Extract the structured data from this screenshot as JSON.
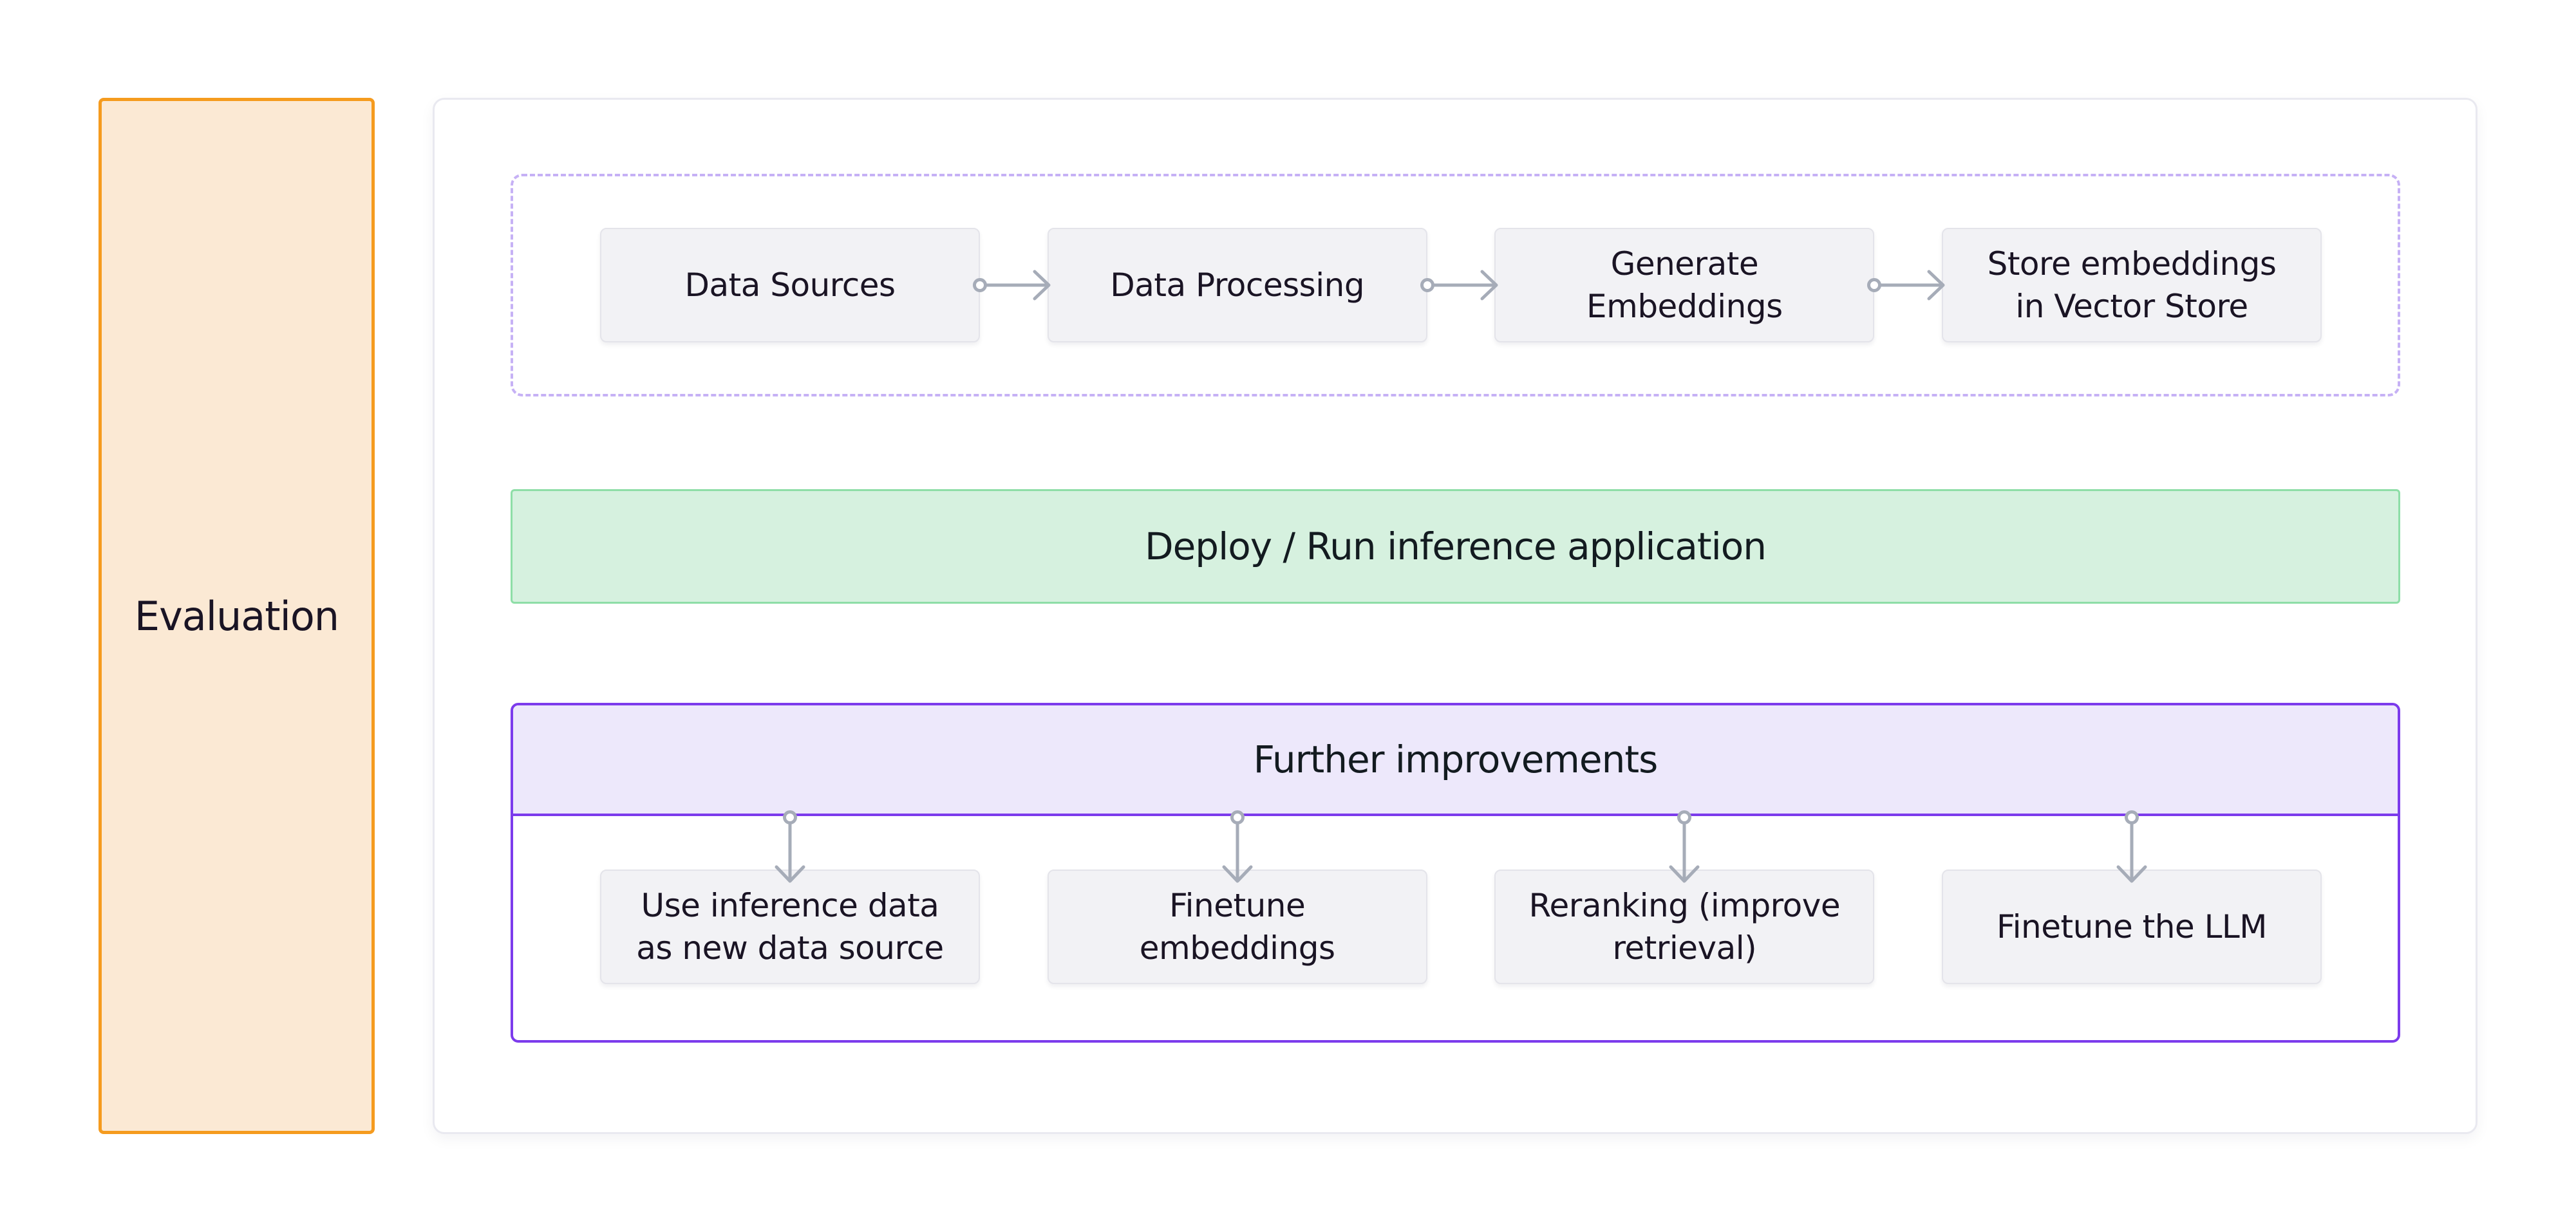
{
  "evaluation": {
    "label": "Evaluation"
  },
  "ingestion": {
    "steps": [
      "Data Sources",
      "Data Processing",
      "Generate\nEmbeddings",
      "Store embeddings\nin Vector Store"
    ]
  },
  "deploy": {
    "label": "Deploy / Run inference application"
  },
  "improvements": {
    "title": "Further improvements",
    "items": [
      "Use inference data\nas new data source",
      "Finetune\nembeddings",
      "Reranking (improve\nretrieval)",
      "Finetune the LLM"
    ]
  },
  "colors": {
    "evaluation_border": "#F59B1E",
    "evaluation_fill": "#FBE9D4",
    "dashed_border": "#C6B1F5",
    "deploy_fill": "#D6F1DF",
    "deploy_border": "#8EDEA7",
    "improvements_border": "#7C3BEC",
    "improvements_header_fill": "#EDE8FB",
    "node_fill": "#F2F2F5",
    "node_border": "#E4E4EA",
    "arrow": "#A6ACB8",
    "text": "#1A1424"
  }
}
